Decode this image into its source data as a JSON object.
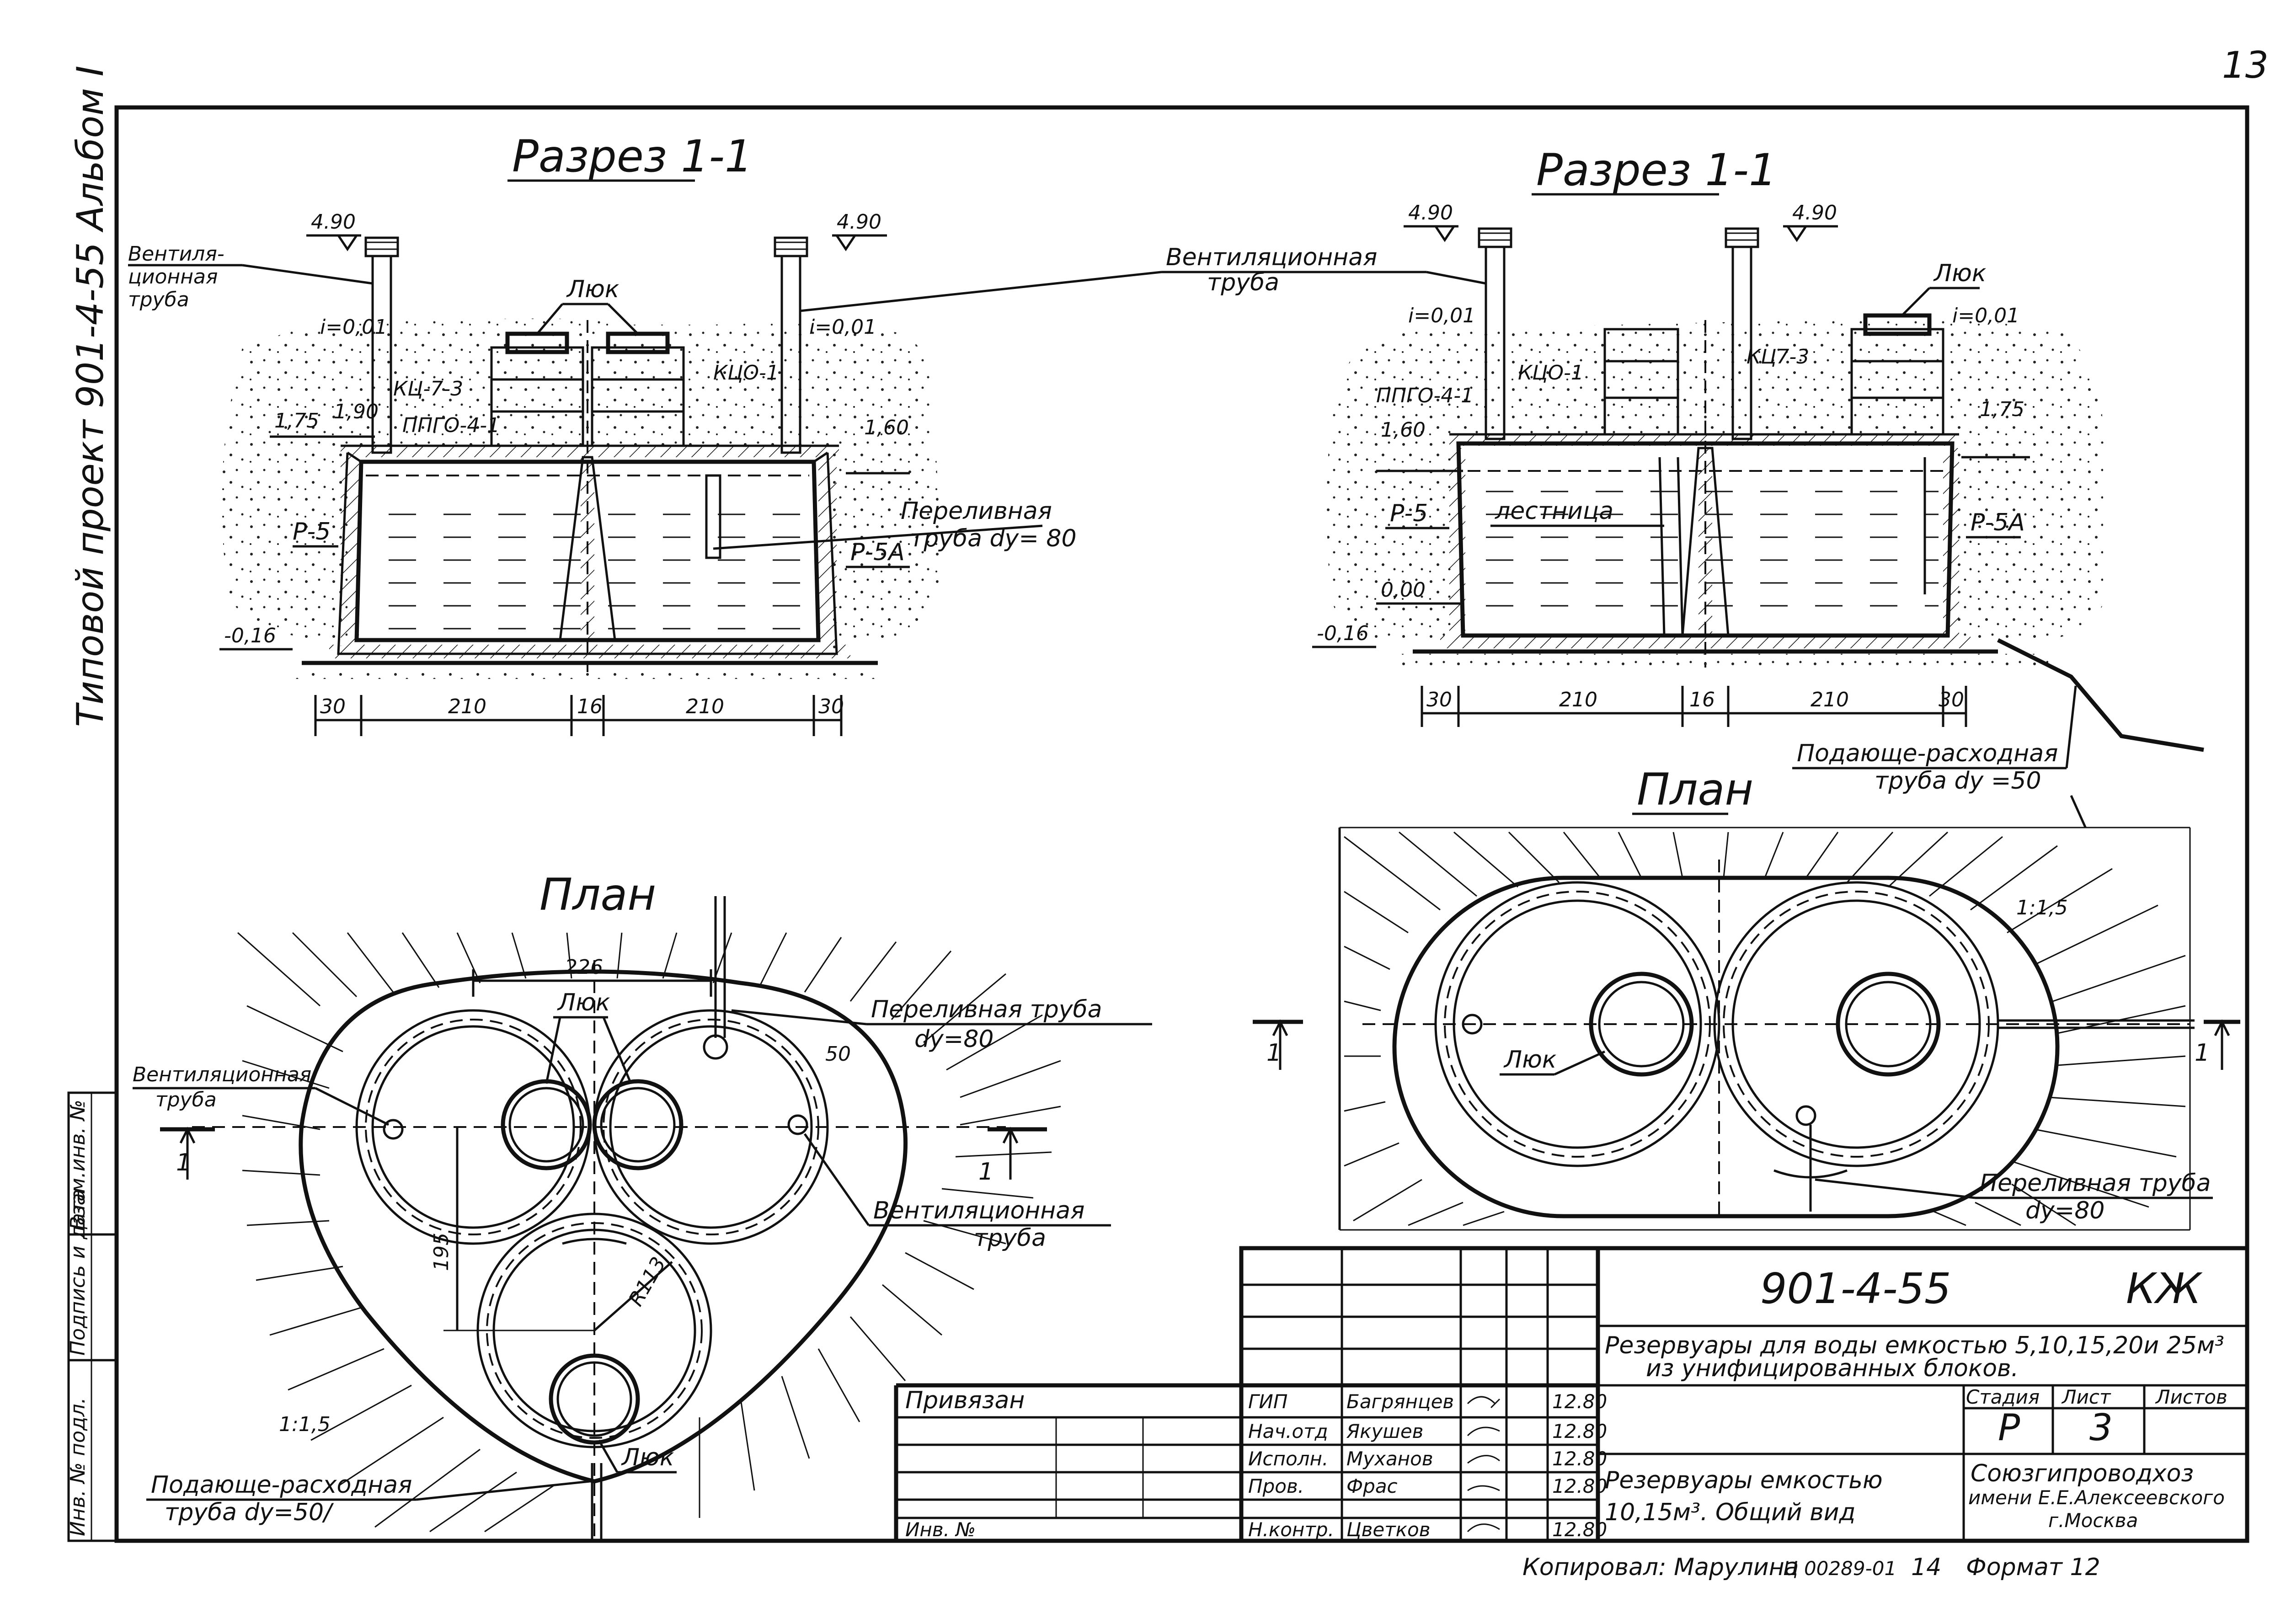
{
  "page_number": "13",
  "album_side": "Типовой проект 901-4-55 Альбом I",
  "left_section": {
    "title": "Разрез 1-1",
    "elevations": {
      "top_left": "4.90",
      "top_right": "4.90",
      "i_left": "i=0,01",
      "i_right": "i=0,01",
      "lvl_175": "1,75",
      "lvl_190": "1,90",
      "lvl_160": "1,60",
      "lvl_neg": "-0,16"
    },
    "labels": {
      "vent": "Вентиля-\nционная\nтруба",
      "vent_pipe_callout": "Вентиляционная\nтруба",
      "hatch": "Люк",
      "kc": "КЦ-7-3",
      "kco": "КЦО-1",
      "ppgo": "ППГО-4-1",
      "r5": "Р-5",
      "r5a": "Р-5А",
      "overflow": "Переливная\nтруба dy=80"
    },
    "dims": [
      "30",
      "210",
      "16",
      "210",
      "30"
    ]
  },
  "right_section": {
    "title": "Разрез 1-1",
    "elevations": {
      "top_left": "4.90",
      "top_right": "4.90",
      "i_left": "i=0,01",
      "i_right": "i=0,01",
      "lvl_160": "1,60",
      "lvl_175": "1,75",
      "lvl_000": "0,00",
      "lvl_neg": "-0,16"
    },
    "labels": {
      "hatch": "Люк",
      "kco": "КЦО-1",
      "kc": "КЦ7-3",
      "ppgo": "ППГО-4-1",
      "r5": "Р-5",
      "r5a": "Р-5А",
      "ladder": "лестница"
    },
    "dims": [
      "30",
      "210",
      "16",
      "210",
      "30"
    ]
  },
  "supply_pipe_right": "Подающе-расходная\nтруба dy=50",
  "left_plan": {
    "title": "План",
    "dim_226": "226",
    "dim_195": "195",
    "radius": "R113",
    "dim_50": "50",
    "slope": "1:1,5",
    "labels": {
      "hatch_top": "Люк",
      "hatch_bottom": "Люк",
      "overflow": "Переливная труба\ndy=80",
      "vent_left": "Вентиляционная\nтруба",
      "vent_right": "Вентиляционная\nтруба",
      "supply": "Подающе-расходная\nтруба dy=50",
      "cut": "1"
    }
  },
  "right_plan": {
    "title": "План",
    "slope": "1:1,5",
    "labels": {
      "hatch": "Люк",
      "overflow": "Переливная труба\ndy=80",
      "cut": "1"
    }
  },
  "title_block": {
    "code": "901-4-55",
    "mark": "КЖ",
    "description": "Резервуары для воды емкостью 5,10,15,20и 25м³\nиз унифицированных блоков.",
    "bound": "Привязан",
    "inv_no": "Инв. №",
    "roles": [
      "ГИП",
      "Нач.отд",
      "Исполн.",
      "Пров.",
      "Н.контр."
    ],
    "names": [
      "Багрянцев",
      "Якушев",
      "Муханов",
      "Фрас",
      "Цветков"
    ],
    "dates": [
      "12.80",
      "12.80",
      "12.80",
      "12.80",
      "12.80"
    ],
    "sheet_title": "Резервуары емкостью\n10,15м³. Общий вид",
    "stage_header": "Стадия",
    "sheet_header": "Лист",
    "sheets_header": "Листов",
    "stage": "Р",
    "sheet": "3",
    "org": "Союзгипроводхоз\nимени Е.Е.Алексеевского\nг.Москва"
  },
  "side_stamp": {
    "inv_orig": "Инв. № подл.",
    "sign_date": "Подпись и дата",
    "replace_inv": "Взам.инв. №"
  },
  "footer": {
    "copied": "Копировал: Марулина",
    "order": "Ц 00289-01",
    "num": "14",
    "format": "Формат 12"
  }
}
